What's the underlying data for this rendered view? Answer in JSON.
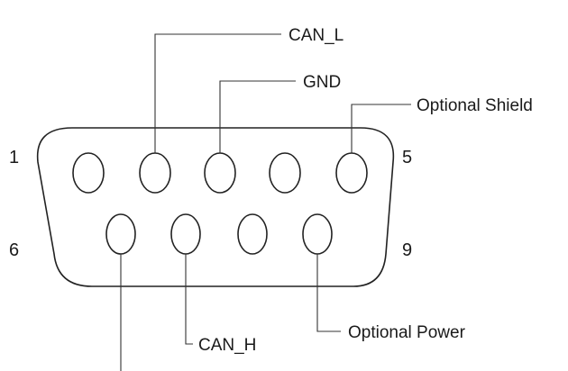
{
  "pin_numbers": {
    "top_left": "1",
    "top_right": "5",
    "bottom_left": "6",
    "bottom_right": "9"
  },
  "signals": {
    "can_l": "CAN_L",
    "gnd": "GND",
    "shield": "Optional Shield",
    "can_h": "CAN_H",
    "power": "Optional Power"
  },
  "connector": {
    "top_row_pins": 5,
    "bottom_row_pins": 4
  }
}
